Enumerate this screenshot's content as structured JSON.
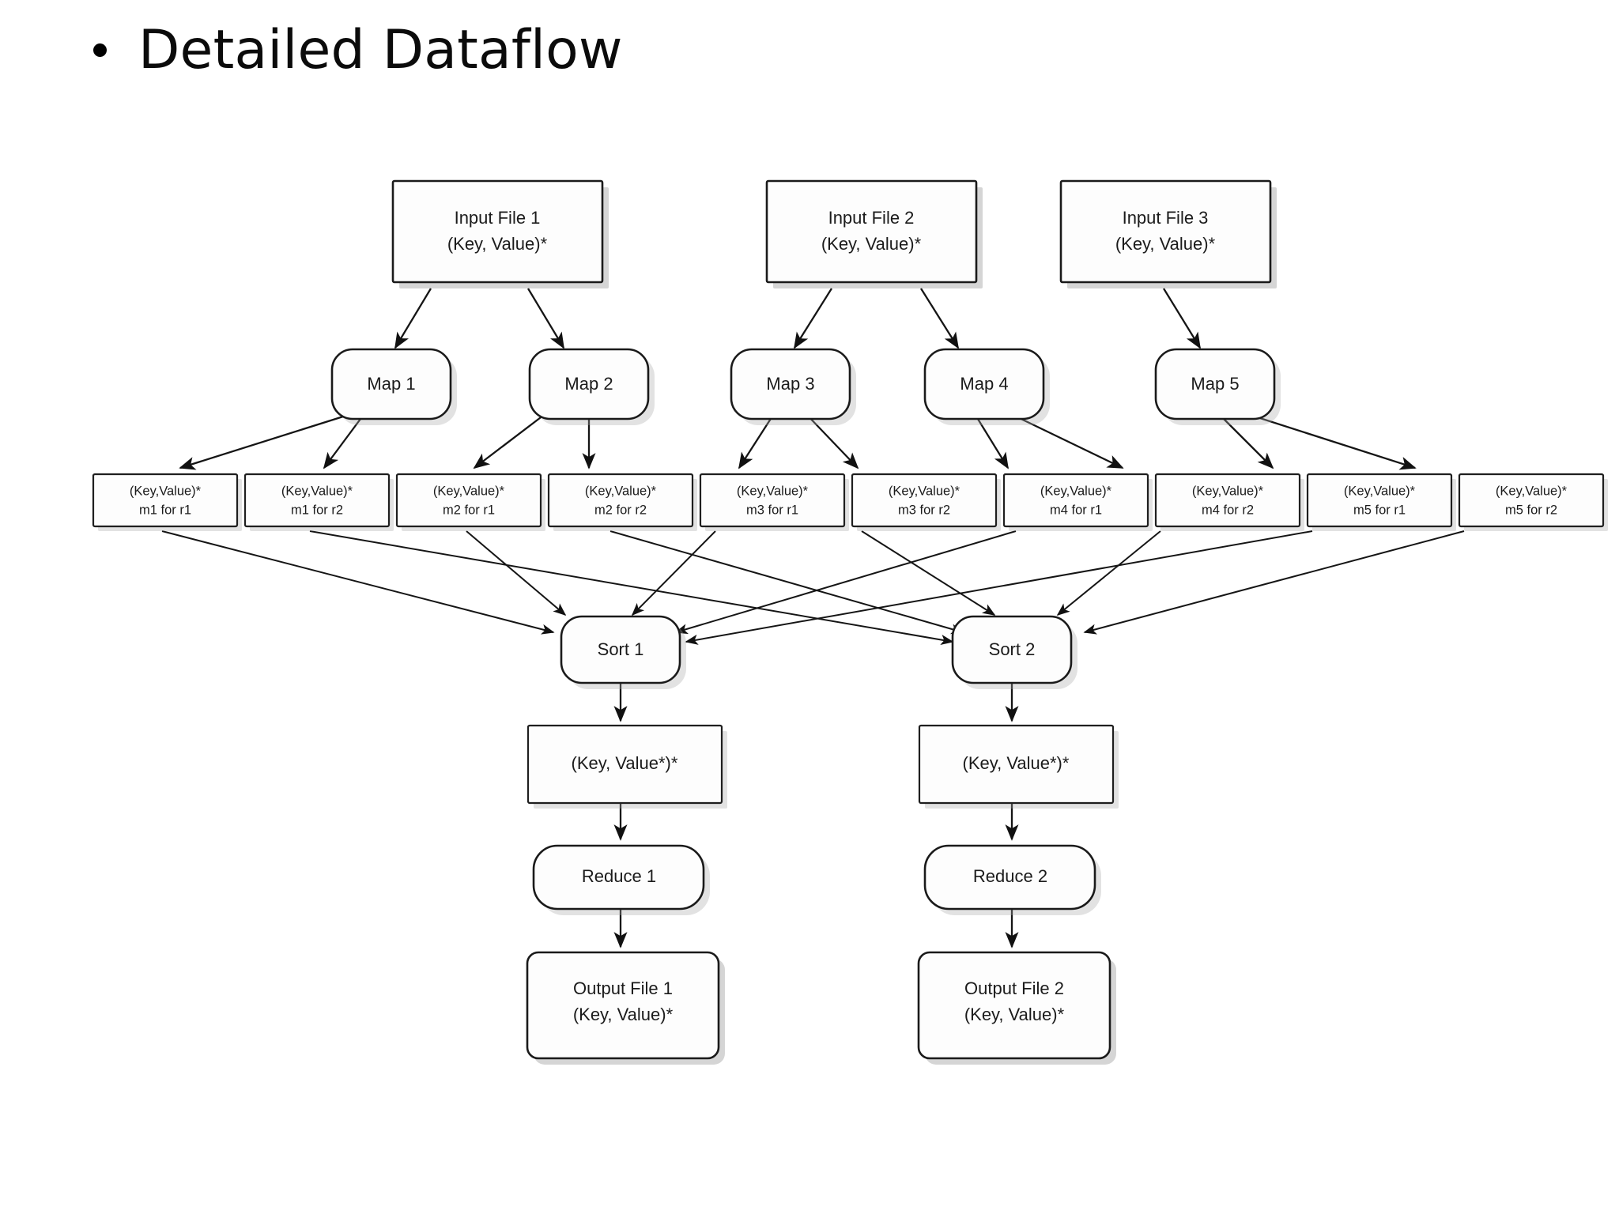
{
  "slide": {
    "bullet_glyph": "bullet-dot",
    "title": "Detailed Dataflow"
  },
  "diagram": {
    "name": "mapreduce-detailed-dataflow",
    "background": "#ffffff",
    "stroke_color": "#1a1a1a",
    "fill_color": "#fdfdfd",
    "text_color": "#1b1b1b"
  },
  "inputs": [
    {
      "id": "input1",
      "line1": "Input File 1",
      "line2": "(Key, Value)*"
    },
    {
      "id": "input2",
      "line1": "Input File 2",
      "line2": "(Key, Value)*"
    },
    {
      "id": "input3",
      "line1": "Input File 3",
      "line2": "(Key, Value)*"
    }
  ],
  "maps": [
    {
      "id": "map1",
      "label": "Map 1"
    },
    {
      "id": "map2",
      "label": "Map 2"
    },
    {
      "id": "map3",
      "label": "Map 3"
    },
    {
      "id": "map4",
      "label": "Map 4"
    },
    {
      "id": "map5",
      "label": "Map 5"
    }
  ],
  "intermediates": [
    {
      "id": "kv-m1-r1",
      "line1": "(Key,Value)*",
      "line2": "m1 for r1"
    },
    {
      "id": "kv-m1-r2",
      "line1": "(Key,Value)*",
      "line2": "m1 for r2"
    },
    {
      "id": "kv-m2-r1",
      "line1": "(Key,Value)*",
      "line2": "m2 for r1"
    },
    {
      "id": "kv-m2-r2",
      "line1": "(Key,Value)*",
      "line2": "m2 for r2"
    },
    {
      "id": "kv-m3-r1",
      "line1": "(Key,Value)*",
      "line2": "m3 for r1"
    },
    {
      "id": "kv-m3-r2",
      "line1": "(Key,Value)*",
      "line2": "m3 for r2"
    },
    {
      "id": "kv-m4-r1",
      "line1": "(Key,Value)*",
      "line2": "m4 for r1"
    },
    {
      "id": "kv-m4-r2",
      "line1": "(Key,Value)*",
      "line2": "m4 for r2"
    },
    {
      "id": "kv-m5-r1",
      "line1": "(Key,Value)*",
      "line2": "m5 for r1"
    },
    {
      "id": "kv-m5-r2",
      "line1": "(Key,Value)*",
      "line2": "m5 for r2"
    }
  ],
  "sorts": [
    {
      "id": "sort1",
      "label": "Sort 1"
    },
    {
      "id": "sort2",
      "label": "Sort 2"
    }
  ],
  "sorted_groups": [
    {
      "id": "grouped1",
      "label": "(Key, Value*)*"
    },
    {
      "id": "grouped2",
      "label": "(Key, Value*)*"
    }
  ],
  "reduces": [
    {
      "id": "reduce1",
      "label": "Reduce 1"
    },
    {
      "id": "reduce2",
      "label": "Reduce 2"
    }
  ],
  "outputs": [
    {
      "id": "output1",
      "line1": "Output File 1",
      "line2": "(Key, Value)*"
    },
    {
      "id": "output2",
      "line1": "Output File 2",
      "line2": "(Key, Value)*"
    }
  ],
  "edges": {
    "input_to_map": [
      {
        "from": "input1",
        "to": "map1"
      },
      {
        "from": "input1",
        "to": "map2"
      },
      {
        "from": "input2",
        "to": "map3"
      },
      {
        "from": "input2",
        "to": "map4"
      },
      {
        "from": "input3",
        "to": "map5"
      }
    ],
    "map_to_intermediate": [
      {
        "from": "map1",
        "to": "kv-m1-r1"
      },
      {
        "from": "map1",
        "to": "kv-m1-r2"
      },
      {
        "from": "map2",
        "to": "kv-m2-r1"
      },
      {
        "from": "map2",
        "to": "kv-m2-r2"
      },
      {
        "from": "map3",
        "to": "kv-m3-r1"
      },
      {
        "from": "map3",
        "to": "kv-m3-r2"
      },
      {
        "from": "map4",
        "to": "kv-m4-r1"
      },
      {
        "from": "map4",
        "to": "kv-m4-r2"
      },
      {
        "from": "map5",
        "to": "kv-m5-r1"
      },
      {
        "from": "map5",
        "to": "kv-m5-r2"
      }
    ],
    "intermediate_to_sort": [
      {
        "from": "kv-m1-r1",
        "to": "sort1"
      },
      {
        "from": "kv-m2-r1",
        "to": "sort1"
      },
      {
        "from": "kv-m3-r1",
        "to": "sort1"
      },
      {
        "from": "kv-m4-r1",
        "to": "sort1"
      },
      {
        "from": "kv-m5-r1",
        "to": "sort1"
      },
      {
        "from": "kv-m1-r2",
        "to": "sort2"
      },
      {
        "from": "kv-m2-r2",
        "to": "sort2"
      },
      {
        "from": "kv-m3-r2",
        "to": "sort2"
      },
      {
        "from": "kv-m4-r2",
        "to": "sort2"
      },
      {
        "from": "kv-m5-r2",
        "to": "sort2"
      }
    ],
    "sort_to_output": [
      {
        "from": "sort1",
        "to": "grouped1"
      },
      {
        "from": "grouped1",
        "to": "reduce1"
      },
      {
        "from": "reduce1",
        "to": "output1"
      },
      {
        "from": "sort2",
        "to": "grouped2"
      },
      {
        "from": "grouped2",
        "to": "reduce2"
      },
      {
        "from": "reduce2",
        "to": "output2"
      }
    ]
  }
}
